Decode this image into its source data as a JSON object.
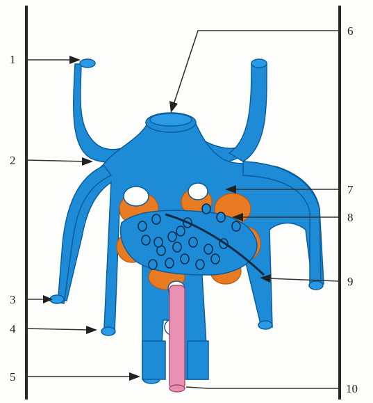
{
  "diagram": {
    "labels": [
      {
        "id": "1",
        "text": "1"
      },
      {
        "id": "2",
        "text": "2"
      },
      {
        "id": "3",
        "text": "3"
      },
      {
        "id": "4",
        "text": "4"
      },
      {
        "id": "5",
        "text": "5"
      },
      {
        "id": "6",
        "text": "6"
      },
      {
        "id": "7",
        "text": "7"
      },
      {
        "id": "8",
        "text": "8"
      },
      {
        "id": "9",
        "text": "9"
      },
      {
        "id": "10",
        "text": "10"
      }
    ],
    "colors": {
      "vessel": "#1e8bd6",
      "gland": "#e87a22",
      "duct": "#e990b2",
      "frame": "#2a2a2a"
    }
  }
}
